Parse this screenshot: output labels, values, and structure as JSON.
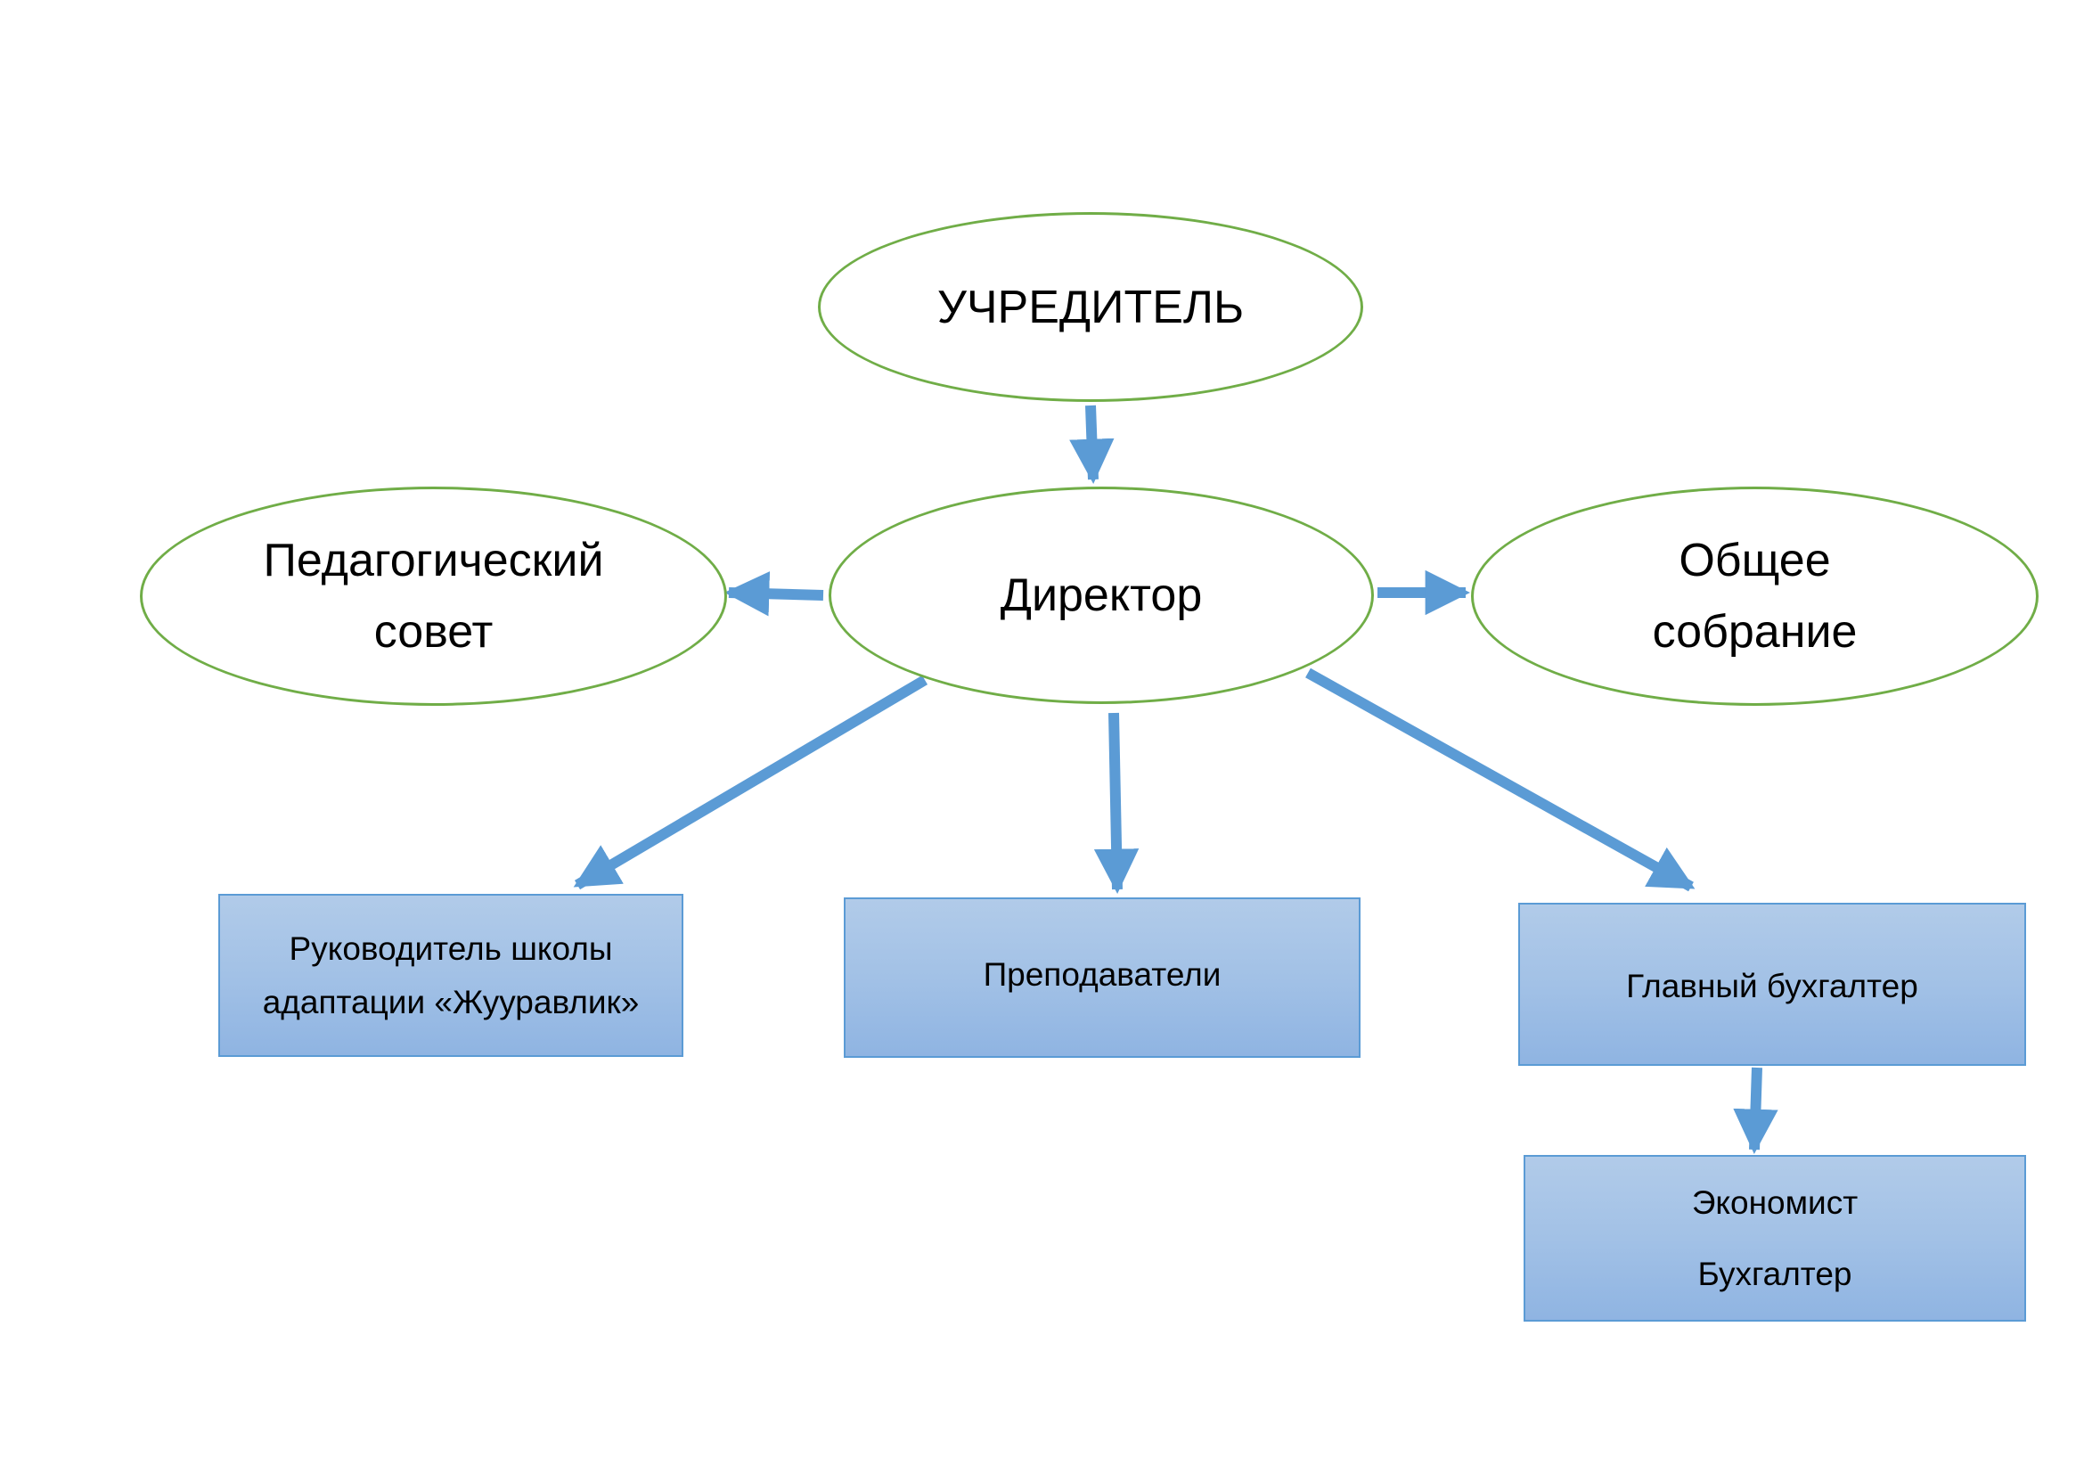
{
  "diagram": {
    "founder": {
      "label": "УЧРЕДИТЕЛЬ"
    },
    "director": {
      "label": "Директор"
    },
    "pedagogical_council": {
      "lines": [
        "Педагогический",
        "совет"
      ]
    },
    "general_meeting": {
      "lines": [
        "Общее",
        "собрание"
      ]
    },
    "school_head": {
      "lines": [
        "Руководитель школы",
        "адаптации «Жууравлик»"
      ]
    },
    "teachers": {
      "label": "Преподаватели"
    },
    "chief_accountant": {
      "label": "Главный бухгалтер"
    },
    "staff": {
      "lines": [
        "Экономист",
        "Бухгалтер"
      ]
    }
  },
  "colors": {
    "oval_border": "#70ad47",
    "arrow": "#5b9bd5",
    "box_border": "#5b9bd5",
    "box_fill_top": "#b1cbe9",
    "box_fill_bottom": "#8fb4e2"
  }
}
